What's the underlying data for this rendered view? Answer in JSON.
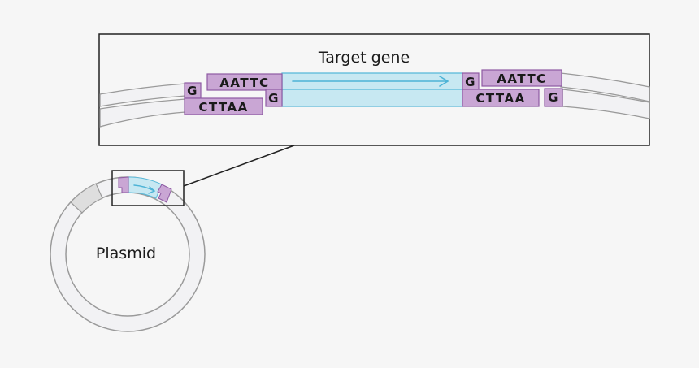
{
  "labels": {
    "target_gene": "Target gene",
    "plasmid": "Plasmid"
  },
  "sticky_ends": {
    "left_bottom_single": "G",
    "left_top_overhang": "AATTC",
    "left_bottom_overhang": "CTTAA",
    "left_insert_bottom": "G",
    "right_insert_top": "G",
    "right_top_overhang": "AATTC",
    "right_bottom_overhang": "CTTAA",
    "right_bottom_single": "G"
  },
  "colors": {
    "background": "#f6f6f6",
    "sticky_end_fill": "#c9a6d4",
    "sticky_end_stroke": "#8e5aa3",
    "gene_fill": "#c7e8f2",
    "gene_stroke": "#5bbad9",
    "gene_arrow": "#4db3d6",
    "dna_strand_fill": "#f2f2f4",
    "dna_strand_stroke": "#9a9a9a",
    "frame_stroke": "#222222",
    "plasmid_stroke": "#9a9a9a",
    "plasmid_band": "#dedede"
  }
}
